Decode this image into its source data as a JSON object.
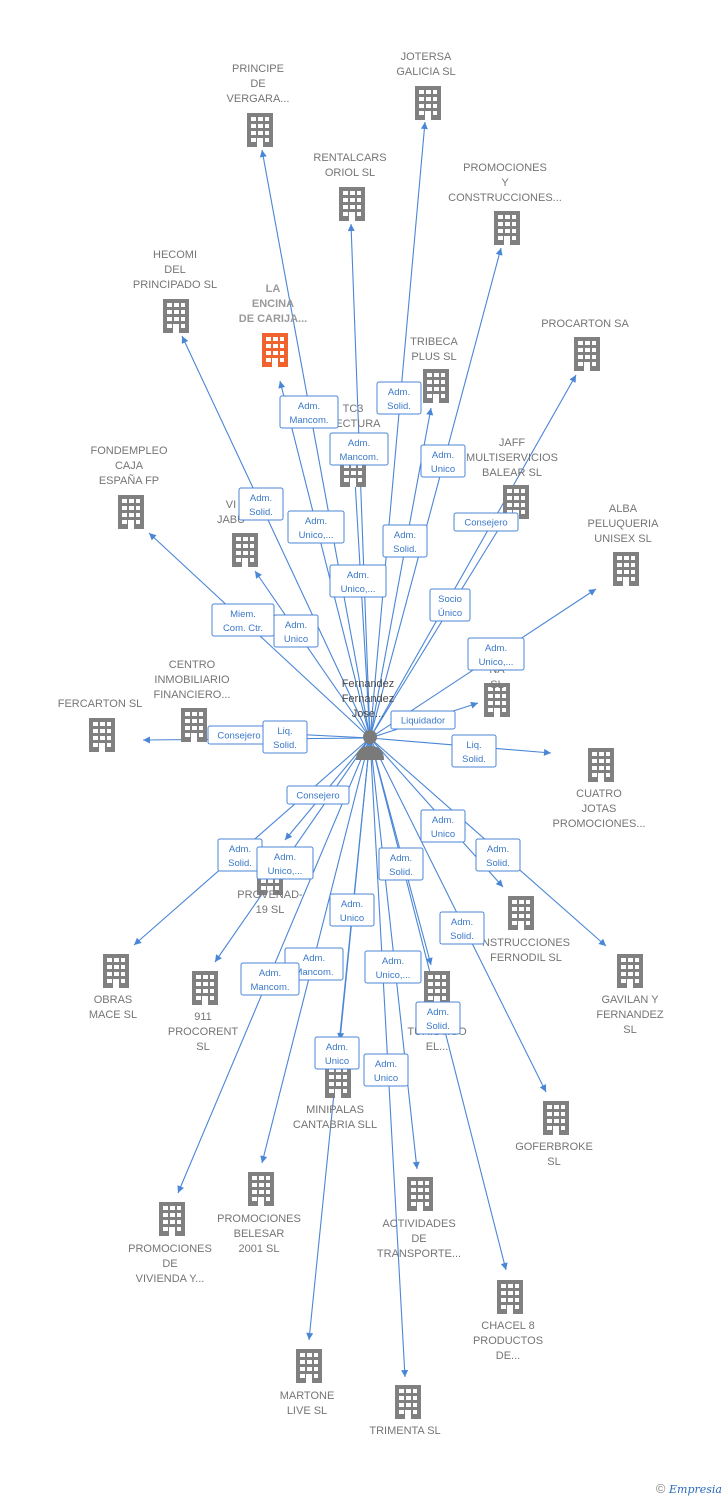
{
  "colors": {
    "edge": "#4a86d6",
    "building": "#808080",
    "highlight": "#f0622e",
    "person": "#7a7a7a"
  },
  "center": {
    "lines": [
      "Fernandez",
      "Fernandez",
      "Jose..."
    ],
    "icon": "person-icon"
  },
  "nodes": [
    {
      "id": "principe",
      "lines": [
        "PRINCIPE",
        "DE",
        "VERGARA..."
      ]
    },
    {
      "id": "jotersa",
      "lines": [
        "JOTERSA",
        "GALICIA SL"
      ]
    },
    {
      "id": "rentalcars",
      "lines": [
        "RENTALCARS",
        "ORIOL  SL"
      ]
    },
    {
      "id": "promociones_y_construcciones",
      "lines": [
        "PROMOCIONES",
        "Y",
        "CONSTRUCCIONES..."
      ]
    },
    {
      "id": "hecomi",
      "lines": [
        "HECOMI",
        "DEL",
        "PRINCIPADO SL"
      ]
    },
    {
      "id": "la_encina",
      "lines": [
        "LA",
        "ENCINA",
        "DE CARIJA..."
      ],
      "highlight": true
    },
    {
      "id": "tribeca",
      "lines": [
        "TRIBECA",
        "PLUS SL"
      ]
    },
    {
      "id": "procarton",
      "lines": [
        "PROCARTON SA"
      ]
    },
    {
      "id": "tc3",
      "lines": [
        "TC3",
        "ITECTURA",
        "D"
      ]
    },
    {
      "id": "jaff",
      "lines": [
        "JAFF",
        "MULTISERVICIOS",
        "BALEAR SL"
      ]
    },
    {
      "id": "fondempleo",
      "lines": [
        "FONDEMPLEO",
        "CAJA",
        "ESPAÑA FP"
      ]
    },
    {
      "id": "vi_jabu",
      "lines": [
        "VI",
        "JABU"
      ]
    },
    {
      "id": "alba",
      "lines": [
        "ALBA",
        "PELUQUERIA",
        "UNISEX SL"
      ]
    },
    {
      "id": "centro",
      "lines": [
        "CENTRO",
        "INMOBILIARIO",
        "FINANCIERO..."
      ]
    },
    {
      "id": "cap_espana",
      "lines": [
        "CAP",
        "ÑA",
        "SL"
      ]
    },
    {
      "id": "fercarton",
      "lines": [
        "FERCARTON SL"
      ]
    },
    {
      "id": "cuatro_jotas",
      "lines": [
        "CUATRO",
        "JOTAS",
        "PROMOCIONES..."
      ]
    },
    {
      "id": "provenad",
      "lines": [
        "PROVENAD-",
        "19  SL"
      ]
    },
    {
      "id": "construcciones_fernodil",
      "lines": [
        "NSTRUCCIONES",
        "FERNODIL SL"
      ]
    },
    {
      "id": "obras_mace",
      "lines": [
        "OBRAS",
        "MACE SL"
      ]
    },
    {
      "id": "procorent",
      "lines": [
        "911",
        "PROCORENT",
        "SL"
      ]
    },
    {
      "id": "turistico",
      "lines": [
        "C",
        "TURISTICO",
        "EL..."
      ]
    },
    {
      "id": "gavilan",
      "lines": [
        "GAVILAN Y",
        "FERNANDEZ",
        "SL"
      ]
    },
    {
      "id": "minipalas",
      "lines": [
        "MINIPALAS",
        "CANTABRIA SLL"
      ]
    },
    {
      "id": "goferbroke",
      "lines": [
        "GOFERBROKE",
        "SL"
      ]
    },
    {
      "id": "promociones_belesar",
      "lines": [
        "PROMOCIONES",
        "BELESAR",
        "2001 SL"
      ]
    },
    {
      "id": "actividades",
      "lines": [
        "ACTIVIDADES",
        "DE",
        "TRANSPORTE..."
      ]
    },
    {
      "id": "promociones_vivienda",
      "lines": [
        "PROMOCIONES",
        "DE",
        "VIVIENDA Y..."
      ]
    },
    {
      "id": "chacel",
      "lines": [
        "CHACEL 8",
        "PRODUCTOS",
        "DE..."
      ]
    },
    {
      "id": "martone",
      "lines": [
        "MARTONE",
        "LIVE  SL"
      ]
    },
    {
      "id": "trimenta",
      "lines": [
        "TRIMENTA SL"
      ]
    }
  ],
  "badges": [
    {
      "id": "b_mancom_1",
      "lines": [
        "Adm.",
        "Mancom."
      ]
    },
    {
      "id": "b_solid_tribeca",
      "lines": [
        "Adm.",
        "Solid."
      ]
    },
    {
      "id": "b_mancom_tc3",
      "lines": [
        "Adm.",
        "Mancom."
      ]
    },
    {
      "id": "b_unico_jaff",
      "lines": [
        "Adm.",
        "Unico"
      ]
    },
    {
      "id": "b_solid_hecomi",
      "lines": [
        "Adm.",
        "Solid."
      ]
    },
    {
      "id": "b_unico_vi",
      "lines": [
        "Adm.",
        "Unico,..."
      ]
    },
    {
      "id": "b_solid_2",
      "lines": [
        "Adm.",
        "Solid."
      ]
    },
    {
      "id": "b_consejero_procarton",
      "lines": [
        "Consejero"
      ]
    },
    {
      "id": "b_unico_3",
      "lines": [
        "Adm.",
        "Unico,..."
      ]
    },
    {
      "id": "b_socio",
      "lines": [
        "Socio",
        "Único"
      ]
    },
    {
      "id": "b_miem",
      "lines": [
        "Miem.",
        "Com. Ctr."
      ]
    },
    {
      "id": "b_unico_centro",
      "lines": [
        "Adm.",
        "Unico"
      ]
    },
    {
      "id": "b_unico_alba",
      "lines": [
        "Adm.",
        "Unico,..."
      ]
    },
    {
      "id": "b_liquidador",
      "lines": [
        "Liquidador"
      ]
    },
    {
      "id": "b_consejero_fercarton",
      "lines": [
        "Consejero"
      ]
    },
    {
      "id": "b_liq_centro",
      "lines": [
        "Liq.",
        "Solid."
      ]
    },
    {
      "id": "b_liq_cuatro",
      "lines": [
        "Liq.",
        "Solid."
      ]
    },
    {
      "id": "b_consejero_provenad",
      "lines": [
        "Consejero"
      ]
    },
    {
      "id": "b_unico_fernodil",
      "lines": [
        "Adm.",
        "Unico"
      ]
    },
    {
      "id": "b_solid_obras",
      "lines": [
        "Adm.",
        "Solid."
      ]
    },
    {
      "id": "b_unico_procorent",
      "lines": [
        "Adm.",
        "Unico,..."
      ]
    },
    {
      "id": "b_solid_gavilan",
      "lines": [
        "Adm.",
        "Solid."
      ]
    },
    {
      "id": "b_solid_turistico",
      "lines": [
        "Adm.",
        "Solid."
      ]
    },
    {
      "id": "b_unico_minipalas",
      "lines": [
        "Adm.",
        "Unico"
      ]
    },
    {
      "id": "b_solid_goferbroke",
      "lines": [
        "Adm.",
        "Solid."
      ]
    },
    {
      "id": "b_mancom_belesar",
      "lines": [
        "Adm.",
        "Mancom."
      ]
    },
    {
      "id": "b_mancom_vivienda",
      "lines": [
        "Adm.",
        "Mancom."
      ]
    },
    {
      "id": "b_unico_actividades",
      "lines": [
        "Adm.",
        "Unico,..."
      ]
    },
    {
      "id": "b_solid_chacel",
      "lines": [
        "Adm.",
        "Solid."
      ]
    },
    {
      "id": "b_unico_martone",
      "lines": [
        "Adm.",
        "Unico"
      ]
    },
    {
      "id": "b_unico_trimenta",
      "lines": [
        "Adm.",
        "Unico"
      ]
    }
  ],
  "brand": {
    "copyright": "©",
    "name": "Empresia"
  }
}
